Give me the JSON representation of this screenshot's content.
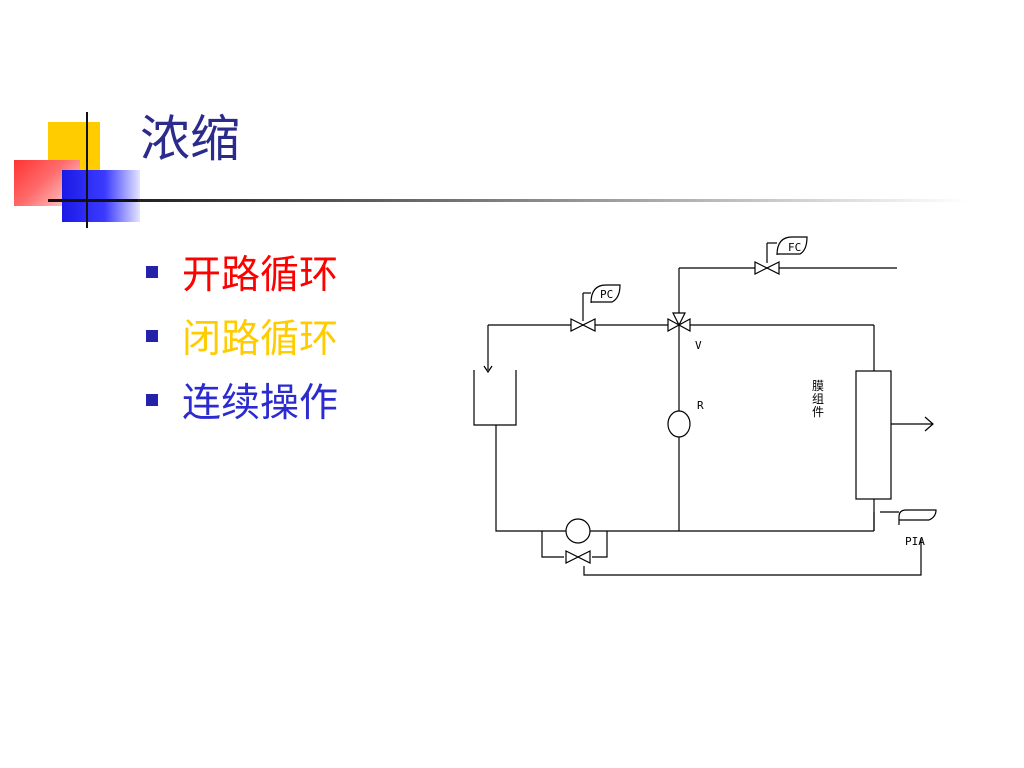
{
  "title": "浓缩",
  "bullets": [
    {
      "text": "开路循环",
      "color": "#ff0000"
    },
    {
      "text": "闭路循环",
      "color": "#ffcc00"
    },
    {
      "text": "连续操作",
      "color": "#2b2bd0"
    }
  ],
  "diagram": {
    "label_fc_top": "FC",
    "label_pc": "PC",
    "label_v": "V",
    "label_r": "R",
    "label_membrane_1": "膜",
    "label_membrane_2": "组",
    "label_membrane_3": "件",
    "label_pia": "PIA"
  }
}
